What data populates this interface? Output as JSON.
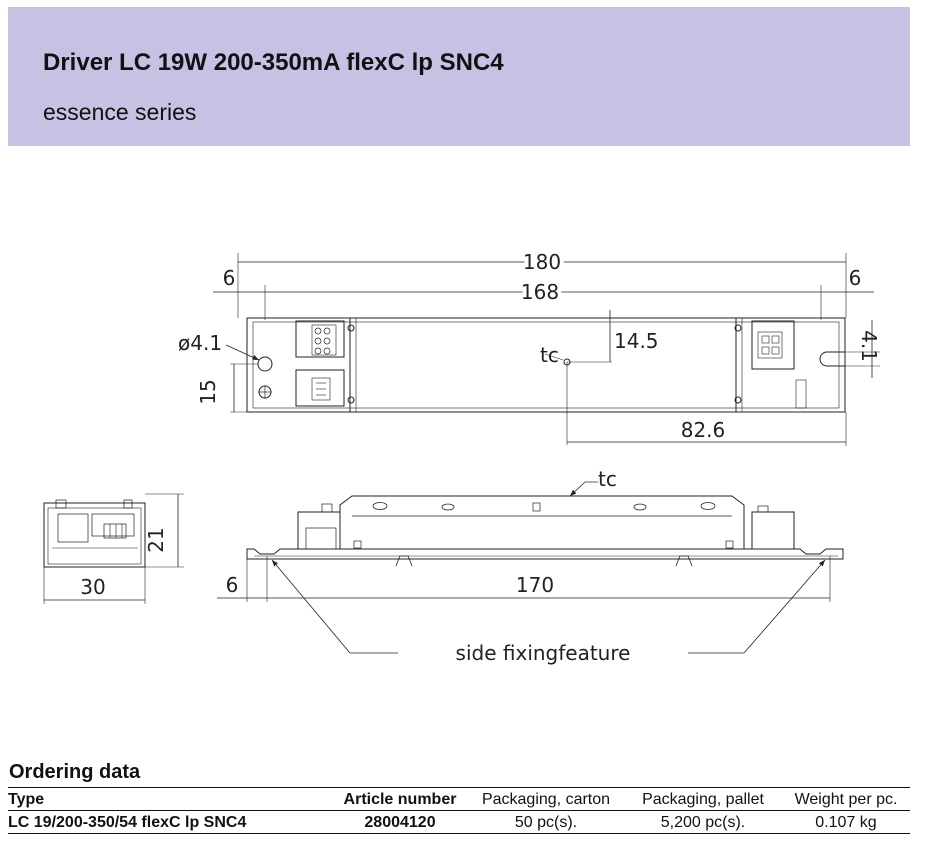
{
  "header": {
    "title": "Driver LC 19W 200-350mA flexC lp SNC4",
    "subtitle": "essence series"
  },
  "drawing": {
    "top_view": {
      "dim_overall": "180",
      "dim_inner": "168",
      "dim_left_end": "6",
      "dim_right_end": "6",
      "dim_hole": "ø4.1",
      "dim_height": "15",
      "dim_slot": "4.1",
      "dim_tc_y": "14.5",
      "dim_tc_x": "82.6",
      "tc_label": "tc"
    },
    "end_view": {
      "dim_width": "30",
      "dim_height": "21"
    },
    "side_view": {
      "tc_label": "tc",
      "dim_fix_spacing": "170",
      "dim_end": "6",
      "note": "side fixingfeature"
    }
  },
  "ordering": {
    "title": "Ordering data",
    "columns": [
      "Type",
      "Article number",
      "Packaging, carton",
      "Packaging, pallet",
      "Weight per pc."
    ],
    "rows": [
      [
        "LC 19/200-350/54 flexC lp SNC4",
        "28004120",
        "50 pc(s).",
        "5,200 pc(s).",
        "0.107 kg"
      ]
    ]
  }
}
